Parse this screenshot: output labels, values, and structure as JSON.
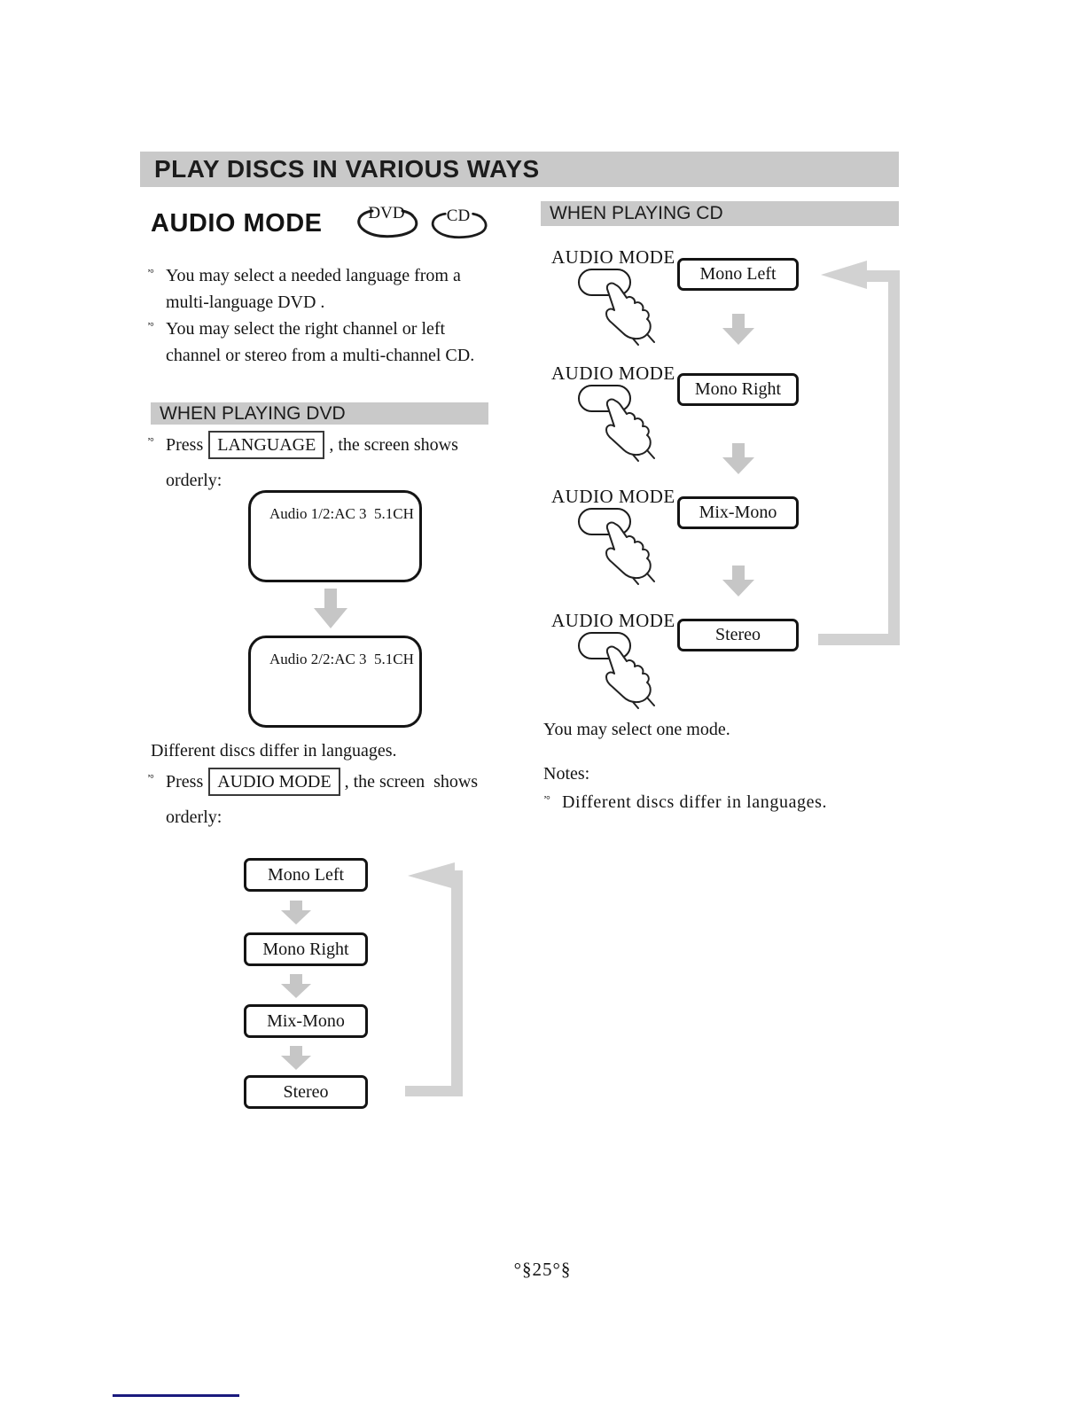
{
  "colors": {
    "gray_bar": "#c9c9c9",
    "arrow_gray": "#c6c6c6",
    "loop_gray": "#d2d2d2",
    "navy_line": "#1a1a7e",
    "ink": "#141414"
  },
  "header": {
    "title": "PLAY DISCS IN VARIOUS WAYS"
  },
  "audio_mode": {
    "title": "AUDIO MODE",
    "dvd_badge": "DVD",
    "cd_badge": "CD",
    "bullet_marker": "ʼ°",
    "bullets": [
      "You may select a needed language from a\nmulti-language DVD .",
      "You may select the right channel or left\nchannel or stereo from a multi-channel CD."
    ]
  },
  "dvd_section": {
    "header": "WHEN PLAYING DVD",
    "press_language": {
      "prefix": "Press",
      "key": "LANGUAGE",
      "suffix": " , the screen shows",
      "line2": "orderly:"
    },
    "screens": [
      "Audio 1/2:AC 3  5.1CH",
      "Audio 2/2:AC 3  5.1CH"
    ],
    "divider_text": "Different discs differ in languages.",
    "press_audio_mode": {
      "prefix": "Press",
      "key": "AUDIO MODE",
      "suffix": " , the screen  shows",
      "line2": "orderly:"
    },
    "flow_modes": [
      "Mono Left",
      "Mono Right",
      "Mix-Mono",
      "Stereo"
    ]
  },
  "cd_section": {
    "header": "WHEN PLAYING CD",
    "button_label": "AUDIO MODE",
    "modes": [
      "Mono Left",
      "Mono Right",
      "Mix-Mono",
      "Stereo"
    ],
    "select_text": "You may select one mode.",
    "notes_title": "Notes:",
    "note": "Different discs differ in languages."
  },
  "footer": {
    "page_number": "°§25°§"
  }
}
